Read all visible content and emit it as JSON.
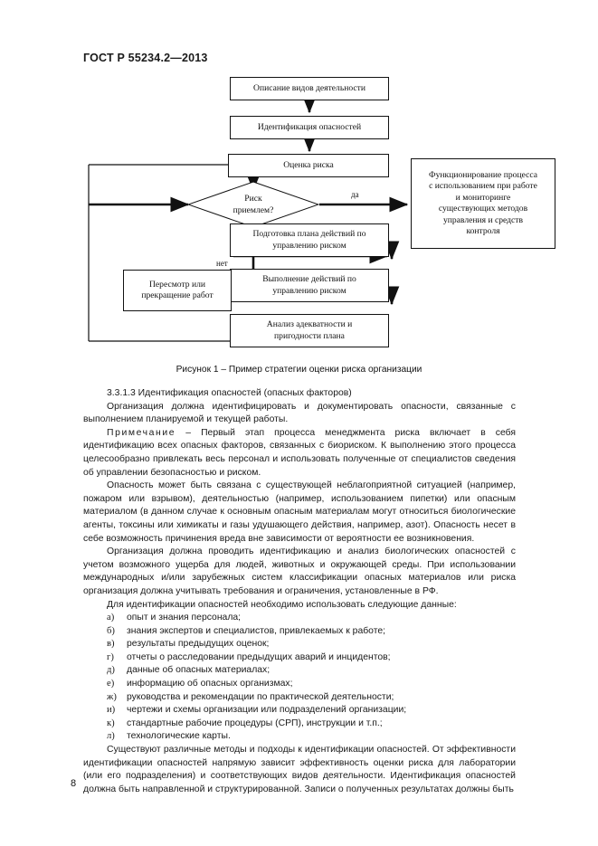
{
  "header": {
    "standard_number": "ГОСТ Р 55234.2—2013"
  },
  "figure": {
    "caption": "Рисунок 1 – Пример стратегии оценки риска организации",
    "boxes": {
      "activities": "Описание видов деятельности",
      "hazard_id": "Идентификация опасностей",
      "risk_assessment": "Оценка риска",
      "process_functioning": [
        "Функционирование процесса",
        "с использованием при работе",
        "и мониторинге",
        "существующих методов",
        "управления и средств",
        "контроля"
      ],
      "plan_preparation": [
        "Подготовка плана действий по",
        "управлению риском"
      ],
      "plan_execution": [
        "Выполнение действий по",
        "управлению риском"
      ],
      "plan_analysis": [
        "Анализ адекватности и",
        "пригодности плана"
      ],
      "revision_stop": [
        "Пересмотр или",
        "прекращение работ"
      ]
    },
    "decision": {
      "line1": "Риск",
      "line2": "приемлем?"
    },
    "edge_labels": {
      "yes": "да",
      "no": "нет"
    }
  },
  "content": {
    "clause_heading": "3.3.1.3 Идентификация опасностей (опасных факторов)",
    "para_organization": "Организация должна идентифицировать и документировать опасности, связанные с выполнением планируемой и текущей работы.",
    "note_keyword": "Примечание",
    "note_dash": " – ",
    "note_text": "Первый этап процесса менеджмента риска включает в себя идентификацию всех опасных факторов, связанных с биориском. К выполнению этого процесса целесообразно привлекать весь персонал и использовать полученные от специалистов сведения об управлении безопасностью и риском.",
    "para_hazard": "Опасность может быть связана с существующей неблагоприятной ситуацией (например, пожаром или взрывом), деятельностью (например, использованием пипетки) или опасным материалом (в данном случае к основным опасным материалам могут относиться биологические агенты, токсины или химикаты и газы удушающего действия, например, азот). Опасность несет в себе возможность причинения вреда вне зависимости от вероятности ее возникновения.",
    "para_identification": "Организация должна проводить идентификацию и анализ биологических опасностей с учетом возможного ущерба для людей, животных и окружающей среды. При использовании международных и/или зарубежных систем классификации опасных материалов или риска организация должна учитывать требования и ограничения, установленные в РФ.",
    "para_list_intro": "Для идентификации опасностей необходимо использовать следующие данные:",
    "list_items": [
      {
        "marker": "а)",
        "text": "опыт и знания персонала;"
      },
      {
        "marker": "б)",
        "text": "знания экспертов и специалистов, привлекаемых к работе;"
      },
      {
        "marker": "в)",
        "text": "результаты предыдущих оценок;"
      },
      {
        "marker": "г)",
        "text": "отчеты о расследовании предыдущих аварий и инцидентов;"
      },
      {
        "marker": "д)",
        "text": "данные об опасных материалах;"
      },
      {
        "marker": "е)",
        "text": "информацию об опасных организмах;"
      },
      {
        "marker": "ж)",
        "text": "руководства и рекомендации по практической деятельности;"
      },
      {
        "marker": "и)",
        "text": "чертежи и схемы организации или подразделений организации;"
      },
      {
        "marker": "к)",
        "text": "стандартные рабочие процедуры (СРП), инструкции и т.п.;"
      },
      {
        "marker": "л)",
        "text": "технологические карты."
      }
    ],
    "para_methods": "Существуют различные методы и подходы к идентификации опасностей. От эффективности идентификации опасностей напрямую зависит эффективность оценки риска для лаборатории (или его подразделения) и соответствующих видов деятельности. Идентификация опасностей должна быть направленной и структурированной. Записи о полученных результатах должны быть"
  },
  "footer": {
    "page_number": "8"
  }
}
